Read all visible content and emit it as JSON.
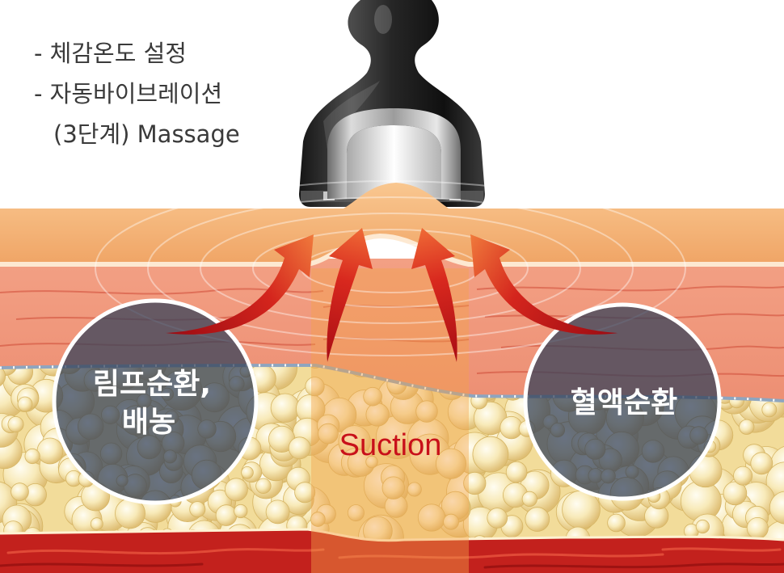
{
  "notes": [
    "- 체감온도 설정",
    "- 자동바이브레이션",
    "(3단계) Massage"
  ],
  "left_circle": {
    "lines": [
      "림프순환,",
      "배농"
    ]
  },
  "right_circle": {
    "label": "혈액순환"
  },
  "suction_label": "Suction",
  "colors": {
    "note_text": "#3a3a3a",
    "suction_red": "#c8101a",
    "label_white": "#ffffff",
    "circle_overlay": "#34425a",
    "epidermis": "#f4b474",
    "dermis": "#ea8a6c",
    "fat": "#f2dc9a",
    "muscle": "#c3211d"
  }
}
